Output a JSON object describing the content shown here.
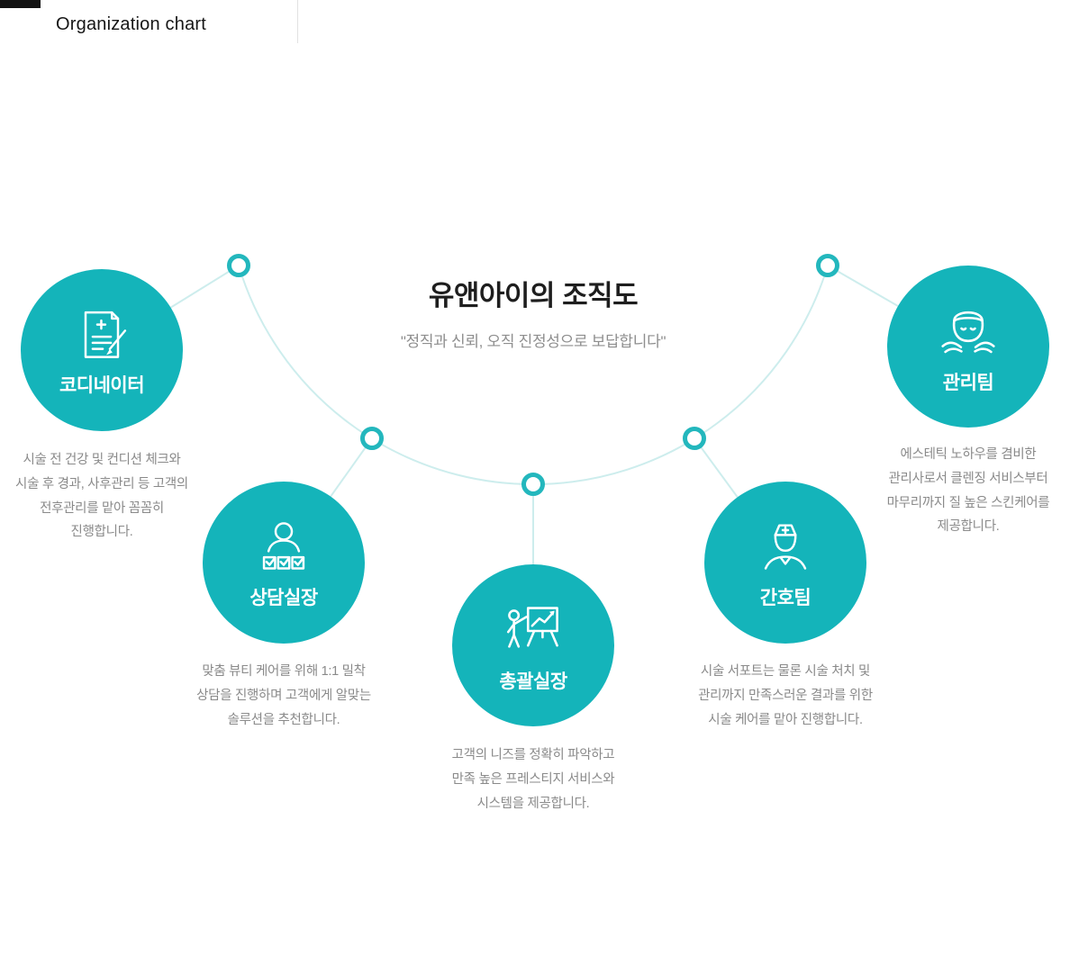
{
  "page": {
    "header_label": "Organization chart",
    "title": "유앤아이의 조직도",
    "subtitle": "\"정직과 신뢰, 오직 진정성으로 보답합니다\""
  },
  "colors": {
    "teal": "#14b4ba",
    "arc-color": "#cdeded",
    "dot-color": "#23b7bd"
  },
  "nodes": [
    {
      "id": "coordinator",
      "label": "코디네이터",
      "icon": "clipboard-pen-icon",
      "description": "시술 전 건강 및 컨디션 체크와\n시술 후 경과, 사후관리 등 고객의\n전후관리를 맡아 꼼꼼히\n진행합니다."
    },
    {
      "id": "consulting-manager",
      "label": "상담실장",
      "icon": "consultation-checklist-icon",
      "description": "맞춤 뷰티 케어를 위해 1:1 밀착\n상담을 진행하며 고객에게 알맞는\n솔루션을 추천합니다."
    },
    {
      "id": "general-manager",
      "label": "총괄실장",
      "icon": "presentation-chart-icon",
      "description": "고객의 니즈를 정확히 파악하고\n만족 높은 프레스티지 서비스와\n시스템을 제공합니다."
    },
    {
      "id": "nursing-team",
      "label": "간호팀",
      "icon": "nurse-icon",
      "description": "시술 서포트는 물론 시술 처치 및\n관리까지 만족스러운 결과를 위한\n시술 케어를 맡아 진행합니다."
    },
    {
      "id": "care-team",
      "label": "관리팀",
      "icon": "facial-care-icon",
      "description": "에스테틱 노하우를 겸비한\n관리사로서 클렌징 서비스부터\n마무리까지 질 높은 스킨케어를\n제공합니다."
    }
  ]
}
